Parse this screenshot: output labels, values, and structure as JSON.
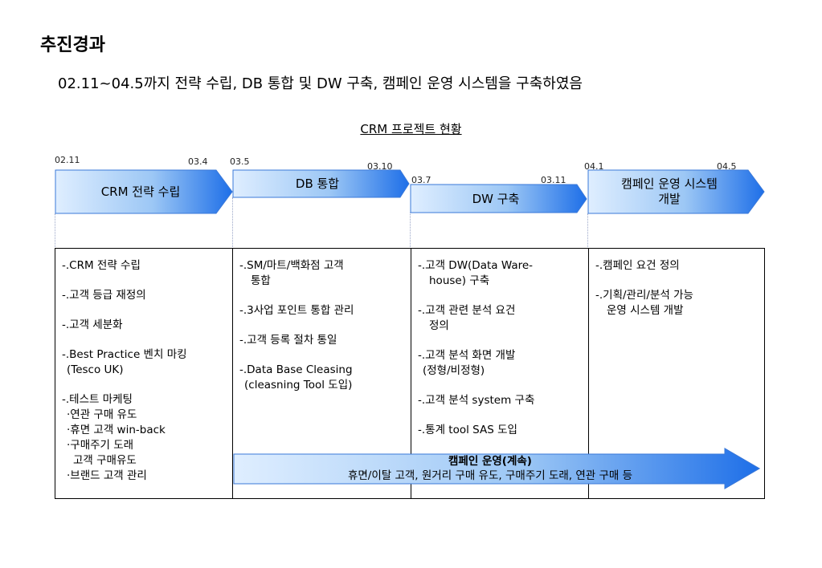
{
  "heading": "추진경과",
  "summary": "02.11~04.5까지 전략 수립, DB 통합 및 DW 구축, 캠페인 운영 시스템을 구축하였음",
  "caption": "CRM 프로젝트 현황",
  "phases": [
    {
      "label_lines": [
        "CRM 전략 수립"
      ],
      "start": "02.11",
      "end": "03.4"
    },
    {
      "label_lines": [
        "DB 통합"
      ],
      "start": "03.5",
      "end": "03.10"
    },
    {
      "label_lines": [
        "DW 구축"
      ],
      "start": "03.7",
      "end": "03.11"
    },
    {
      "label_lines": [
        "캠페인 운영 시스템",
        "개발"
      ],
      "start": "04.1",
      "end": "04.5"
    }
  ],
  "columns": [
    [
      [
        "-.CRM 전략 수립"
      ],
      [
        "-.고객 등급 재정의"
      ],
      [
        "-.고객 세분화"
      ],
      [
        "-.Best Practice 벤치 마킹",
        " (Tesco UK)"
      ],
      [
        "-.테스트 마케팅",
        " ·연관 구매 유도",
        " ·휴면 고객 win-back",
        " ·구매주기 도래",
        "  고객 구매유도",
        " ·브랜드 고객 관리"
      ]
    ],
    [
      [
        "-.SM/마트/백화점 고객",
        " 통합"
      ],
      [
        "-.3사업 포인트 통합 관리"
      ],
      [
        "-.고객 등록 절차 통일"
      ],
      [
        "-.Data Base Cleasing",
        " (cleasning Tool 도입)"
      ]
    ],
    [
      [
        "-.고객 DW(Data Ware-",
        " house) 구축"
      ],
      [
        "-.고객 관련 분석 요건",
        " 정의"
      ],
      [
        "-.고객 분석 화면 개발",
        " (정형/비정형)"
      ],
      [
        "-.고객 분석 system 구축"
      ],
      [
        "-.통계 tool SAS 도입"
      ]
    ],
    [
      [
        "-.캠페인 요건 정의"
      ],
      [
        "-.기획/관리/분석 가능",
        " 운영 시스템 개발"
      ]
    ]
  ],
  "ongoing": {
    "title": "캠페인 운영(계속)",
    "detail": "휴면/이탈 고객, 원거리 구매 유도, 구매주기 도래, 연관 구매 등"
  },
  "colors": {
    "arrow_light": "#dfeeff",
    "arrow_mid": "#9cc7f5",
    "arrow_dark": "#1e6fe8",
    "arrow_border": "#3a78d8"
  }
}
